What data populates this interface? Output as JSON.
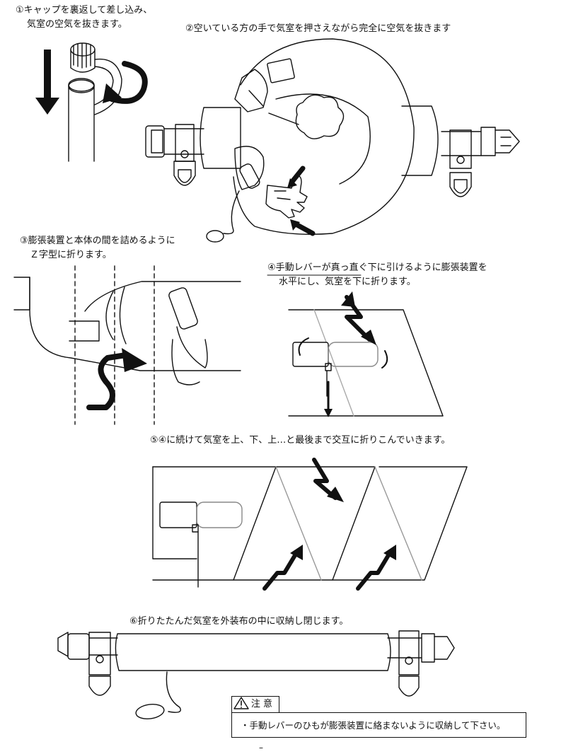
{
  "steps": [
    {
      "id": "1",
      "text": "①キャップを裏返して差し込み、",
      "text2": "気室の空気を抜きます。"
    },
    {
      "id": "2",
      "text": "②空いている方の手で気室を押さえながら完全に空気を抜きます"
    },
    {
      "id": "3",
      "text": "③膨張装置と本体の間を詰めるように",
      "text2": "Ｚ字型に折ります。"
    },
    {
      "id": "4",
      "text": "④手動レバーが真っ直ぐ下に引けるように膨張装置を",
      "text2": "水平にし、気室を下に折ります。"
    },
    {
      "id": "5",
      "text": "⑤④に続けて気室を上、下、上…と最後まで交互に折りこんでいきます。"
    },
    {
      "id": "6",
      "text": "⑥折りたたんだ気室を外装布の中に収納し閉じます。"
    }
  ],
  "caution": {
    "title": "注 意",
    "icon": "warning-triangle-icon",
    "body": "・手動レバーのひもが膨張装置に絡まないように収納して下さい。"
  },
  "page_mark": "–"
}
